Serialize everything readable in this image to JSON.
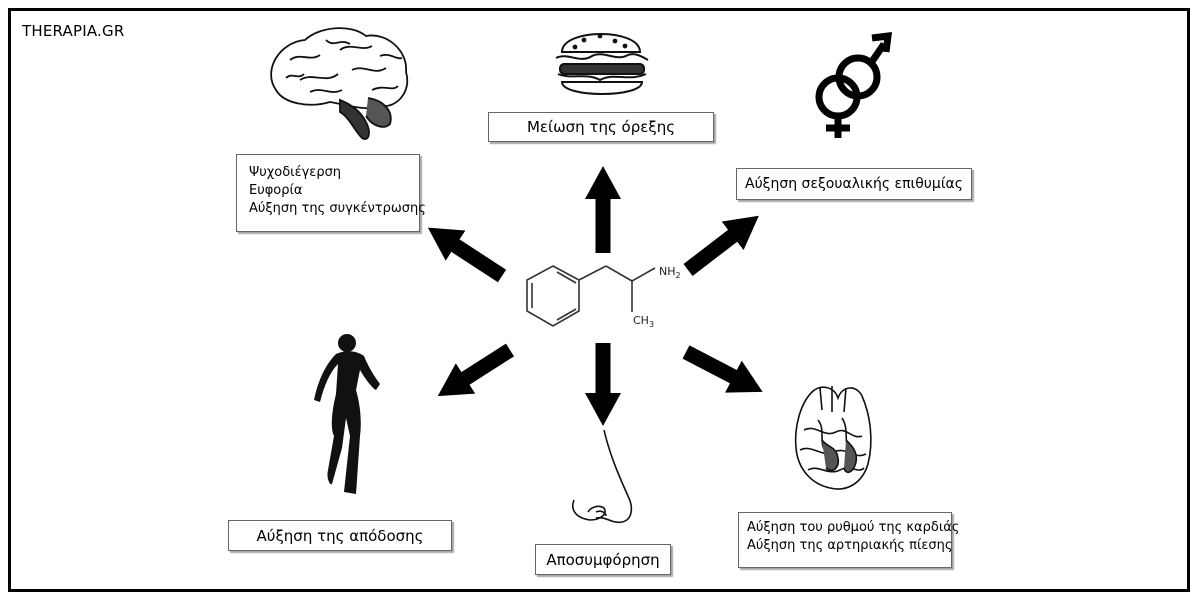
{
  "brand": "THERAPIA.GR",
  "molecule": {
    "nh2_label": "NH",
    "nh2_sub": "2",
    "ch3_label": "CH",
    "ch3_sub": "3"
  },
  "effects": {
    "brain": {
      "lines": [
        "Ψυχοδιέγερση",
        "Ευφορία",
        "Αύξηση της συγκέντρωσης"
      ],
      "icon": "brain-icon"
    },
    "appetite": {
      "label": "Μείωση της όρεξης",
      "icon": "burger-icon"
    },
    "sexual": {
      "label": "Αύξηση σεξουαλικής επιθυμίας",
      "icon": "gender-symbols-icon"
    },
    "performance": {
      "label": "Αύξηση της απόδοσης",
      "icon": "runner-icon"
    },
    "decongestion": {
      "label": "Αποσυμφόρηση",
      "icon": "nose-icon"
    },
    "heart": {
      "lines": [
        "Αύξηση του ρυθμού της καρδιάς",
        "Αύξηση της αρτηριακής πίεσης"
      ],
      "icon": "heart-icon"
    }
  },
  "colors": {
    "ink": "#000000",
    "box_border": "#666666",
    "background": "#ffffff"
  }
}
